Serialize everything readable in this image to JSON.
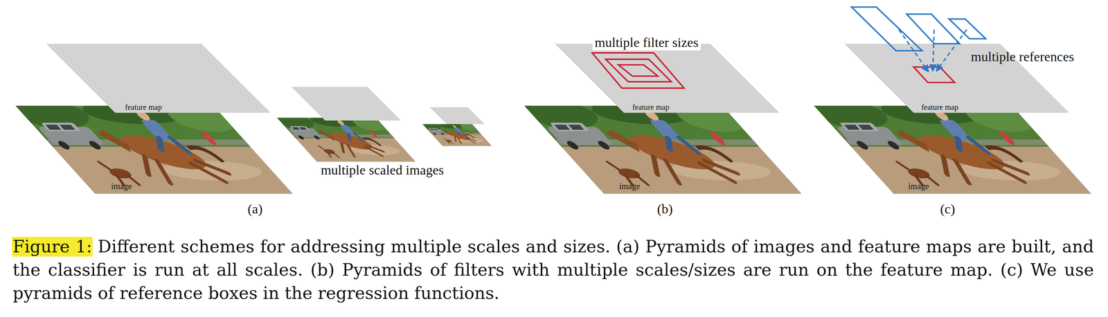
{
  "diagram": {
    "caption": "Figure 1: Different schemes for addressing multiple scales and sizes. (a) Pyramids of images and feature maps are built, and the classifier is run at all scales. (b) Pyramids of filters with multiple scales/sizes are run on the feature map. (c) We use pyramids of reference boxes in the regression functions.",
    "labels": [
      "feature map",
      "image",
      "multiple scaled images",
      "(a)",
      "multiple filter sizes",
      "feature map",
      "image",
      "(b)",
      "multiple references",
      "feature map",
      "image",
      "(c)"
    ]
  }
}
